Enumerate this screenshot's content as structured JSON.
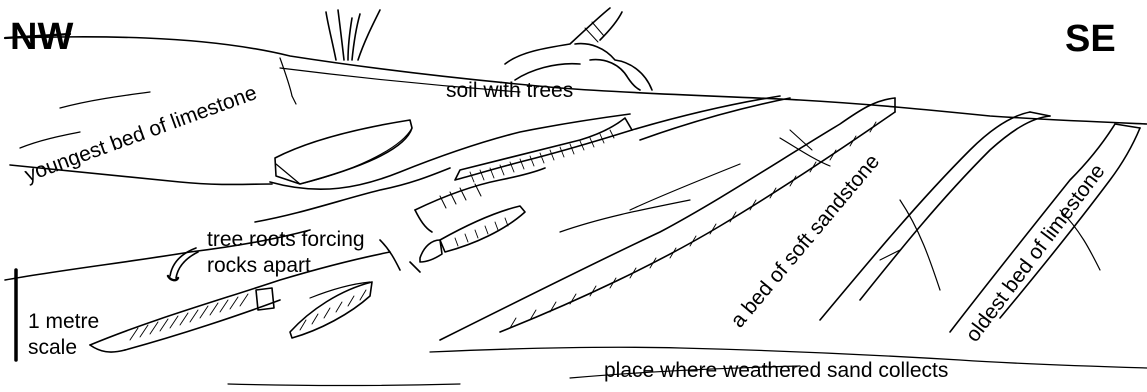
{
  "compass": {
    "left": "NW",
    "right": "SE"
  },
  "labels": {
    "youngest": "youngest bed of limestone",
    "soil": "soil with trees",
    "roots_line1": "tree roots forcing",
    "roots_line2": "rocks apart",
    "sandstone": "a bed of soft sandstone",
    "oldest": "oldest bed of limestone",
    "sand": "place where weathered sand collects"
  },
  "scale": {
    "line1": "1 metre",
    "line2": "scale"
  },
  "colors": {
    "ink": "#000000",
    "paper": "#ffffff"
  }
}
